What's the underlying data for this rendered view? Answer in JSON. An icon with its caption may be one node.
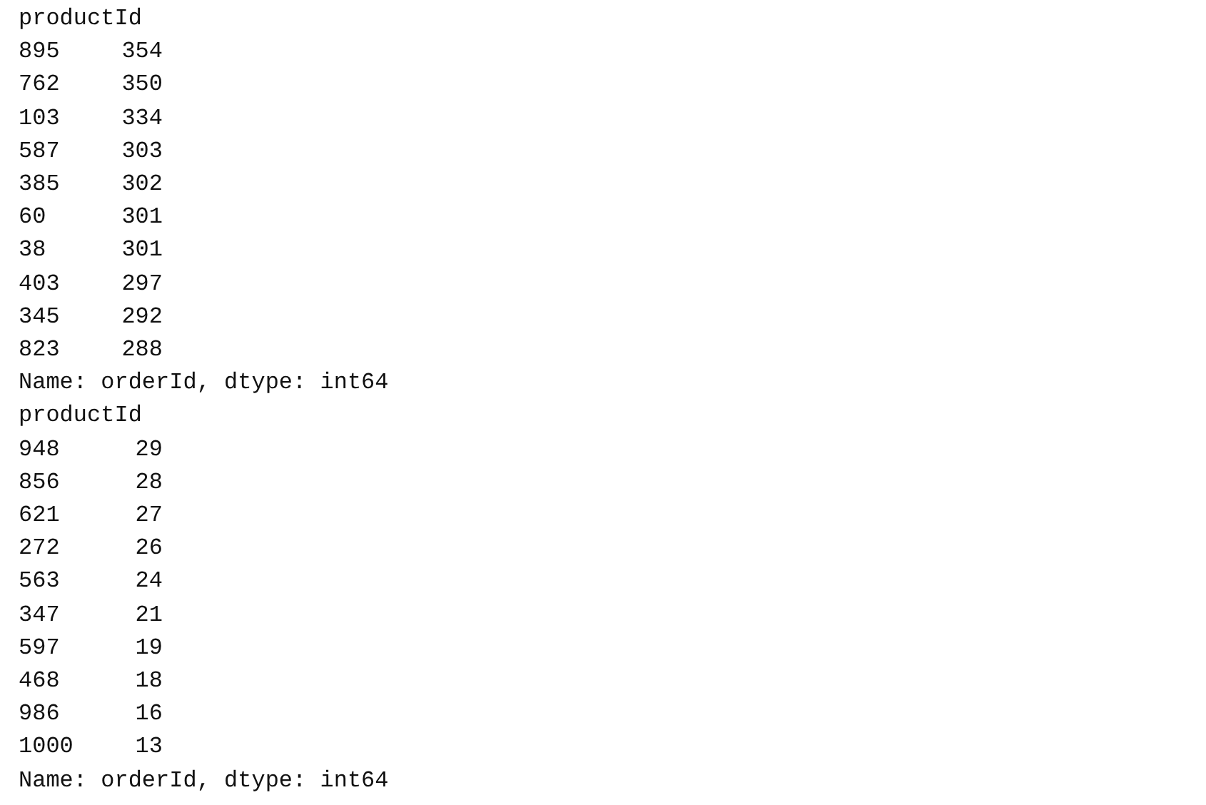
{
  "diagram": {
    "labels": [
      "productId",
      "895",
      "354",
      "762",
      "350",
      "103",
      "334",
      "587",
      "303",
      "385",
      "302",
      "60",
      "301",
      "38",
      "301",
      "403",
      "297",
      "345",
      "292",
      "823",
      "288",
      "Name: orderId, dtype: int64",
      "productId",
      "948",
      "29",
      "856",
      "28",
      "621",
      "27",
      "272",
      "26",
      "563",
      "24",
      "347",
      "21",
      "597",
      "19",
      "468",
      "18",
      "986",
      "16",
      "1000",
      "13",
      "Name: orderId, dtype: int64"
    ]
  }
}
